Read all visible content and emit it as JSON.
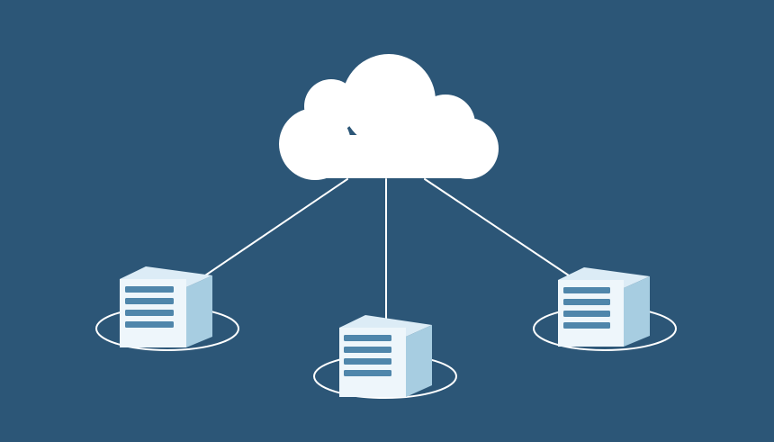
{
  "colors": {
    "background": "#2c5677",
    "cloud": "#ffffff",
    "connector": "#ffffff",
    "server_front": "#eef6fb",
    "server_top": "#dcecf6",
    "server_side": "#a7cde1",
    "server_slot": "#4f86ab",
    "ring": "#ffffff"
  },
  "icons": {
    "cloud": "cloud-icon",
    "server": "server-icon"
  },
  "nodes": [
    {
      "id": "server-left",
      "icon": "server-icon"
    },
    {
      "id": "server-center",
      "icon": "server-icon"
    },
    {
      "id": "server-right",
      "icon": "server-icon"
    }
  ]
}
